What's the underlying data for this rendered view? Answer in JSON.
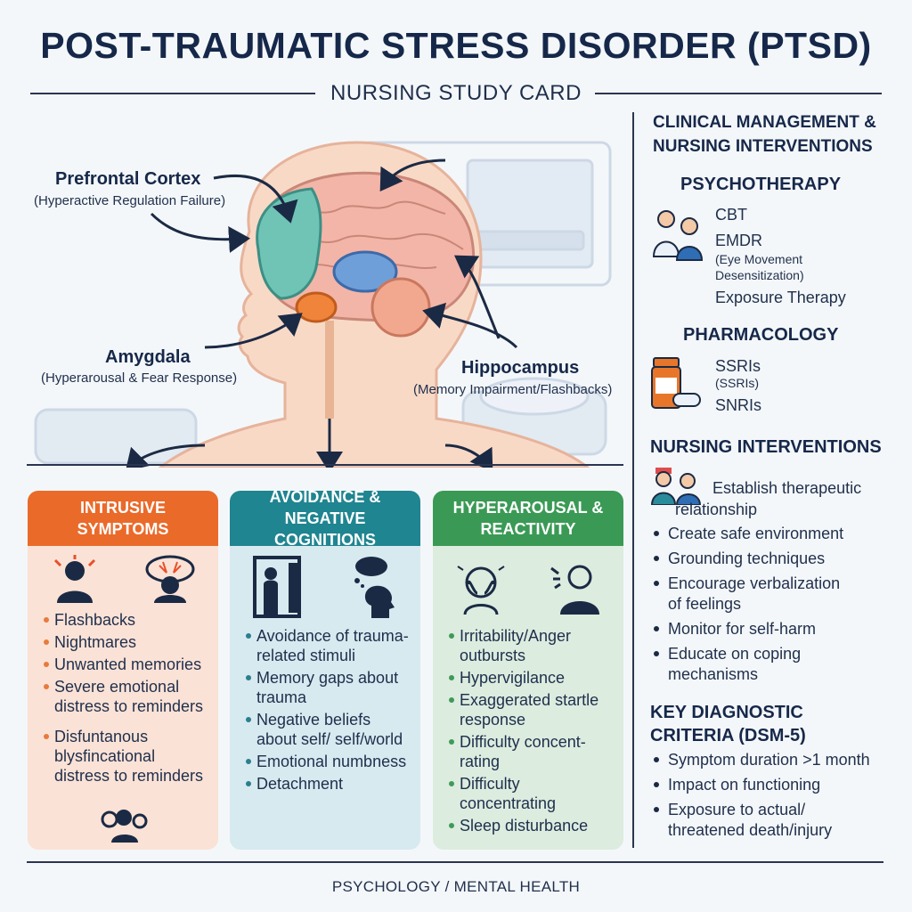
{
  "header": {
    "title": "POST-TRAUMATIC STRESS DISORDER (PTSD)",
    "subtitle": "NURSING STUDY CARD"
  },
  "brain": {
    "prefrontal": {
      "name": "Prefrontal Cortex",
      "note": "(Hyperactive Regulation Failure)"
    },
    "amygdala": {
      "name": "Amygdala",
      "note": "(Hyperarousal & Fear Response)"
    },
    "hippocampus": {
      "name": "Hippocampus",
      "note": "(Memory Impairment/Flashbacks)"
    }
  },
  "cards": [
    {
      "title": "INTRUSIVE SYMPTOMS",
      "color": "#ea6a2a",
      "items": [
        "Flashbacks",
        "Nightmares",
        "Unwanted memories",
        "Severe emotional distress to reminders",
        "Disfuntanous blysfincational distress to reminders"
      ]
    },
    {
      "title": "AVOIDANCE & NEGATIVE COGNITIONS",
      "color": "#1f8590",
      "items": [
        "Avoidance of trauma-related stimuli",
        "Memory gaps about trauma",
        "Negative beliefs about self/ self/world",
        "Emotional numbness",
        "Detachment"
      ]
    },
    {
      "title": "HYPERAROUSAL & REACTIVITY",
      "color": "#3a9a55",
      "items": [
        "Irritability/Anger outbursts",
        "Hypervigilance",
        "Exaggerated startle response",
        "Difficulty concent-rating",
        "Difficulty concentrating",
        "Sleep disturbance"
      ]
    }
  ],
  "right_panel": {
    "heading": "CLINICAL MANAGEMENT & NURSING INTERVENTIONS",
    "psychotherapy": {
      "title": "PSYCHOTHERAPY",
      "cbt": "CBT",
      "emdr": "EMDR",
      "emdr_note": "(Eye Movement Desensitization)",
      "exposure": "Exposure Therapy"
    },
    "pharmacology": {
      "title": "PHARMACOLOGY",
      "ssri": "SSRIs",
      "ssri_note": "(SSRIs)",
      "snri": "SNRIs"
    },
    "nursing": {
      "title": "NURSING INTERVENTIONS",
      "first": "Establish therapeutic relationship",
      "items": [
        "Create safe environment",
        "Grounding techniques",
        "Encourage verbalization of feelings",
        "Monitor for self-harm",
        "Educate on coping mechanisms"
      ]
    },
    "diagnostic": {
      "title": "KEY DIAGNOSTIC CRITERIA (DSM-5)",
      "items": [
        "Symptom duration >1 month",
        "Impact on functioning",
        "Exposure to actual/ threatened death/injury"
      ]
    }
  },
  "footer": {
    "label": "PSYCHOLOGY / MENTAL HEALTH"
  },
  "icons": [
    "stressed-person-icon",
    "head-clutch-icon",
    "door-avoidance-icon",
    "thought-bubble-icon",
    "anxious-face-icon",
    "startled-person-icon",
    "nurse-doctor-icon",
    "pill-bottle-icon",
    "nurse-team-icon",
    "group-people-icon"
  ]
}
